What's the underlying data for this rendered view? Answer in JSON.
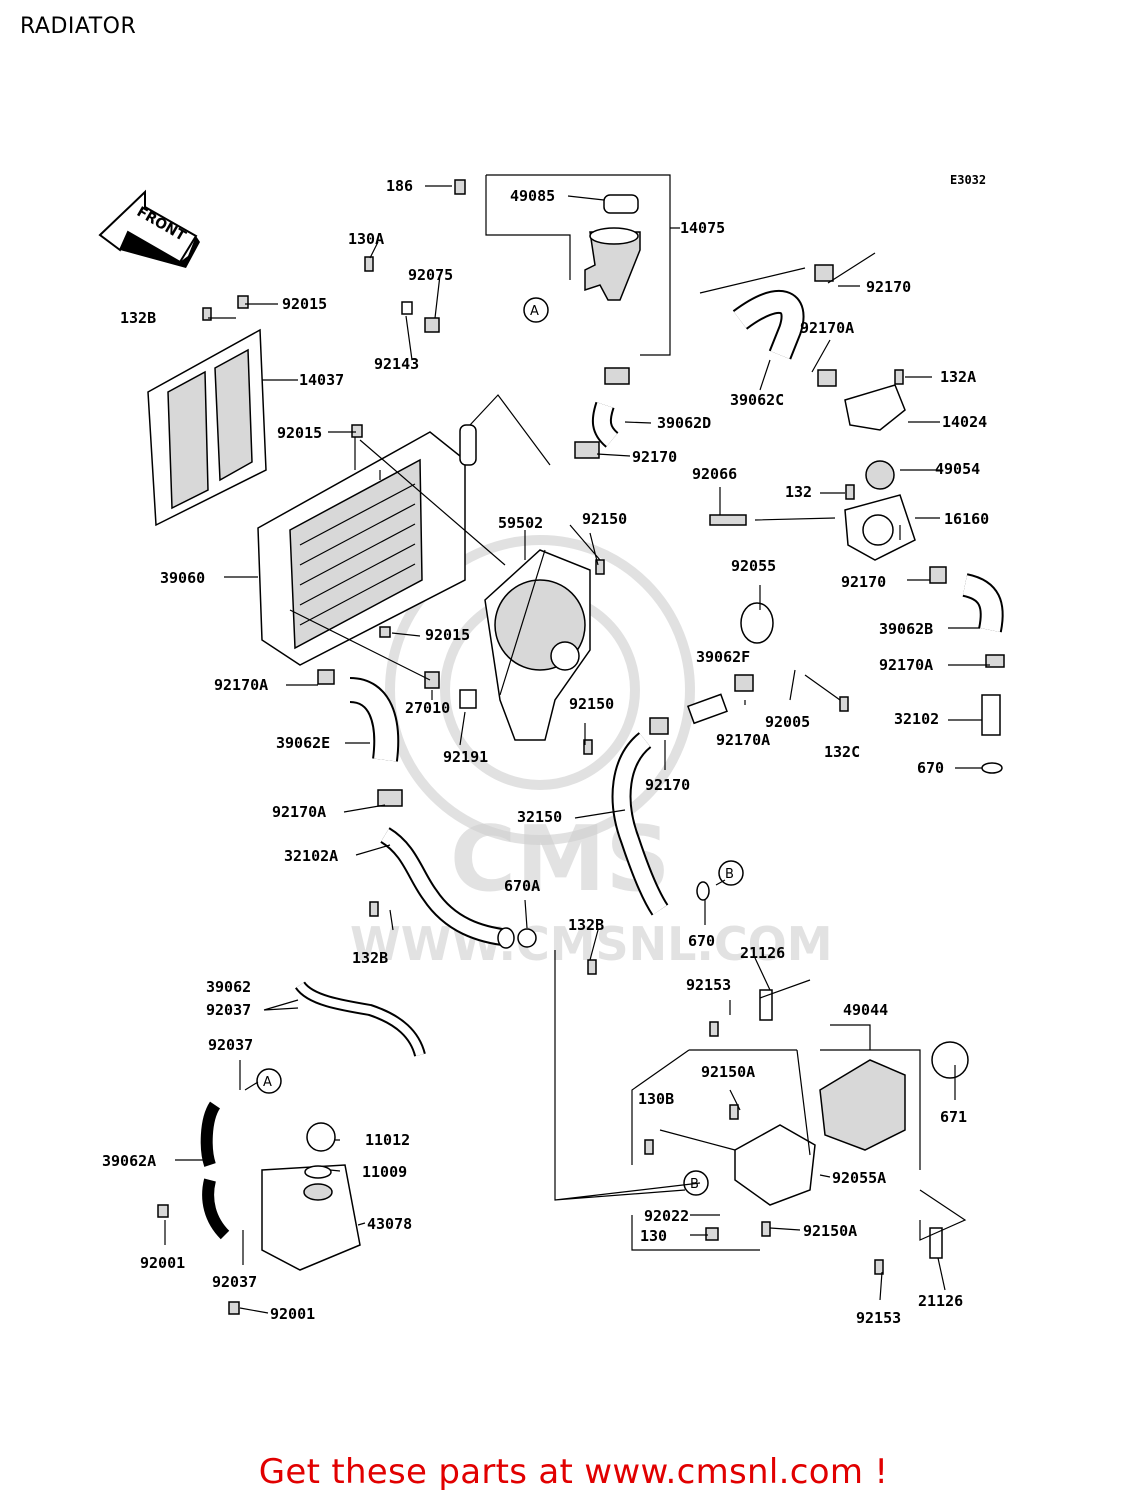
{
  "page": {
    "title": "RADIATOR",
    "diagram_code": "E3032",
    "front_arrow": "FRONT"
  },
  "footer": {
    "text": "Get these parts at www.cmsnl.com !"
  },
  "watermark": {
    "brand": "CMS",
    "url": "WWW.CMSNL.COM"
  },
  "callouts": [
    "A",
    "A",
    "B",
    "B"
  ],
  "parts": [
    "186",
    "49085",
    "14075",
    "E3032",
    "130A",
    "92075",
    "92015",
    "132B",
    "14037",
    "92143",
    "92170",
    "92170A",
    "132A",
    "39062C",
    "14024",
    "39062D",
    "92015",
    "92066",
    "49054",
    "132",
    "16160",
    "39060",
    "59502",
    "92150",
    "92055",
    "92170",
    "39062B",
    "92015",
    "92170A",
    "39062F",
    "92170A",
    "92005",
    "32102",
    "27010",
    "92191",
    "92150",
    "92170A",
    "132C",
    "670",
    "39062E",
    "92170",
    "92170A",
    "32150",
    "32102A",
    "670A",
    "132B",
    "670",
    "132B",
    "39062",
    "21126",
    "92153",
    "49044",
    "92037",
    "92037",
    "92150A",
    "130B",
    "671",
    "39062A",
    "11012",
    "11009",
    "92055A",
    "92022",
    "43078",
    "130",
    "92150A",
    "92001",
    "92037",
    "92153",
    "21126",
    "92001",
    "92170"
  ]
}
